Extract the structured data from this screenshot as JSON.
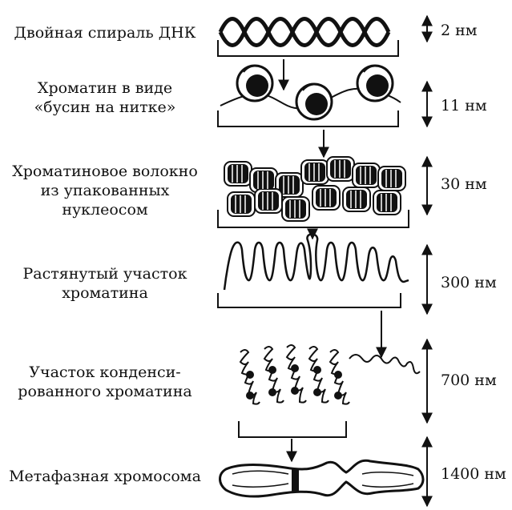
{
  "levels": [
    {
      "label": "Двойная спираль ДНК",
      "size": "2 нм"
    },
    {
      "label": "Хроматин в виде\n«бусин на нитке»",
      "size": "11 нм"
    },
    {
      "label": "Хроматиновое волокно\nиз упакованных\nнуклеосом",
      "size": "30 нм"
    },
    {
      "label": "Растянутый участок\nхроматина",
      "size": "300 нм"
    },
    {
      "label": "Участок конденси-\nрованного хроматина",
      "size": "700 нм"
    },
    {
      "label": "Метафазная хромосома",
      "size": "1400 нм"
    }
  ],
  "colors": {
    "ink": "#111111",
    "background": "#ffffff"
  }
}
